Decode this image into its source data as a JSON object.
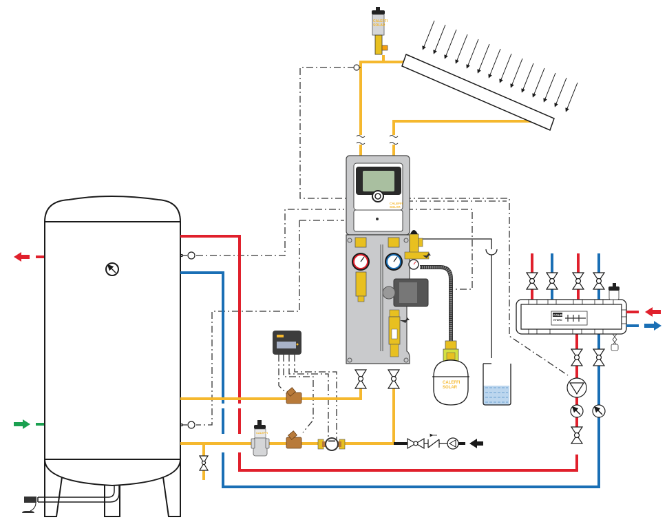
{
  "diagram": {
    "type": "solar thermal DHW system schematic",
    "colors": {
      "solar_loop": "#f5b82e",
      "hot_water": "#e0202c",
      "cold_water": "#1a6fb5",
      "cold_inlet_arrow": "#1aa050",
      "outline": "#1a1a1a",
      "control_wire": "#333333",
      "station_panel": "#c9cacc",
      "display_screen": "#a9bfa0",
      "brass": "#e8c020",
      "bronze": "#b87a3a",
      "drain_water": "#bcd6ee"
    },
    "brands": {
      "controller_logo_line1": "CALEFFI",
      "controller_logo_line2": "SOLAR",
      "vessel_logo_line1": "CALEFFI",
      "vessel_logo_line2": "SOLAR",
      "air_vent_logo_line1": "CALEFFI",
      "air_vent_logo_line2": "SOLAR",
      "separator_logo": "CALEFFI",
      "separator_model": "HYDRO"
    },
    "components": [
      {
        "id": "storage-tank",
        "label": "Storage tank"
      },
      {
        "id": "solar-collector",
        "label": "Solar collector"
      },
      {
        "id": "collector-air-vent",
        "label": "Air vent"
      },
      {
        "id": "solar-pump-station",
        "label": "Solar pump station with controller"
      },
      {
        "id": "expansion-vessel",
        "label": "Solar expansion vessel"
      },
      {
        "id": "drain-container",
        "label": "Relief discharge container"
      },
      {
        "id": "hydraulic-separator",
        "label": "Hydraulic separator / manifold"
      },
      {
        "id": "heat-meter",
        "label": "Heat energy meter"
      },
      {
        "id": "mixing-valve",
        "label": "Mixing valve"
      },
      {
        "id": "water-meter",
        "label": "Water meter"
      },
      {
        "id": "circulation-pump",
        "label": "Circulation pump"
      },
      {
        "id": "recirculation-pump",
        "label": "DHW recirculation pump"
      }
    ],
    "flows": {
      "hot_out": "hot water outlet (red arrow, left)",
      "cold_in": "cold water inlet (green arrow, left)",
      "sep_supply": "separator supply (red arrow in, right)",
      "sep_return": "separator return (blue arrow out, right)",
      "recirc_in": "recirculation inlet (black arrow)"
    }
  }
}
